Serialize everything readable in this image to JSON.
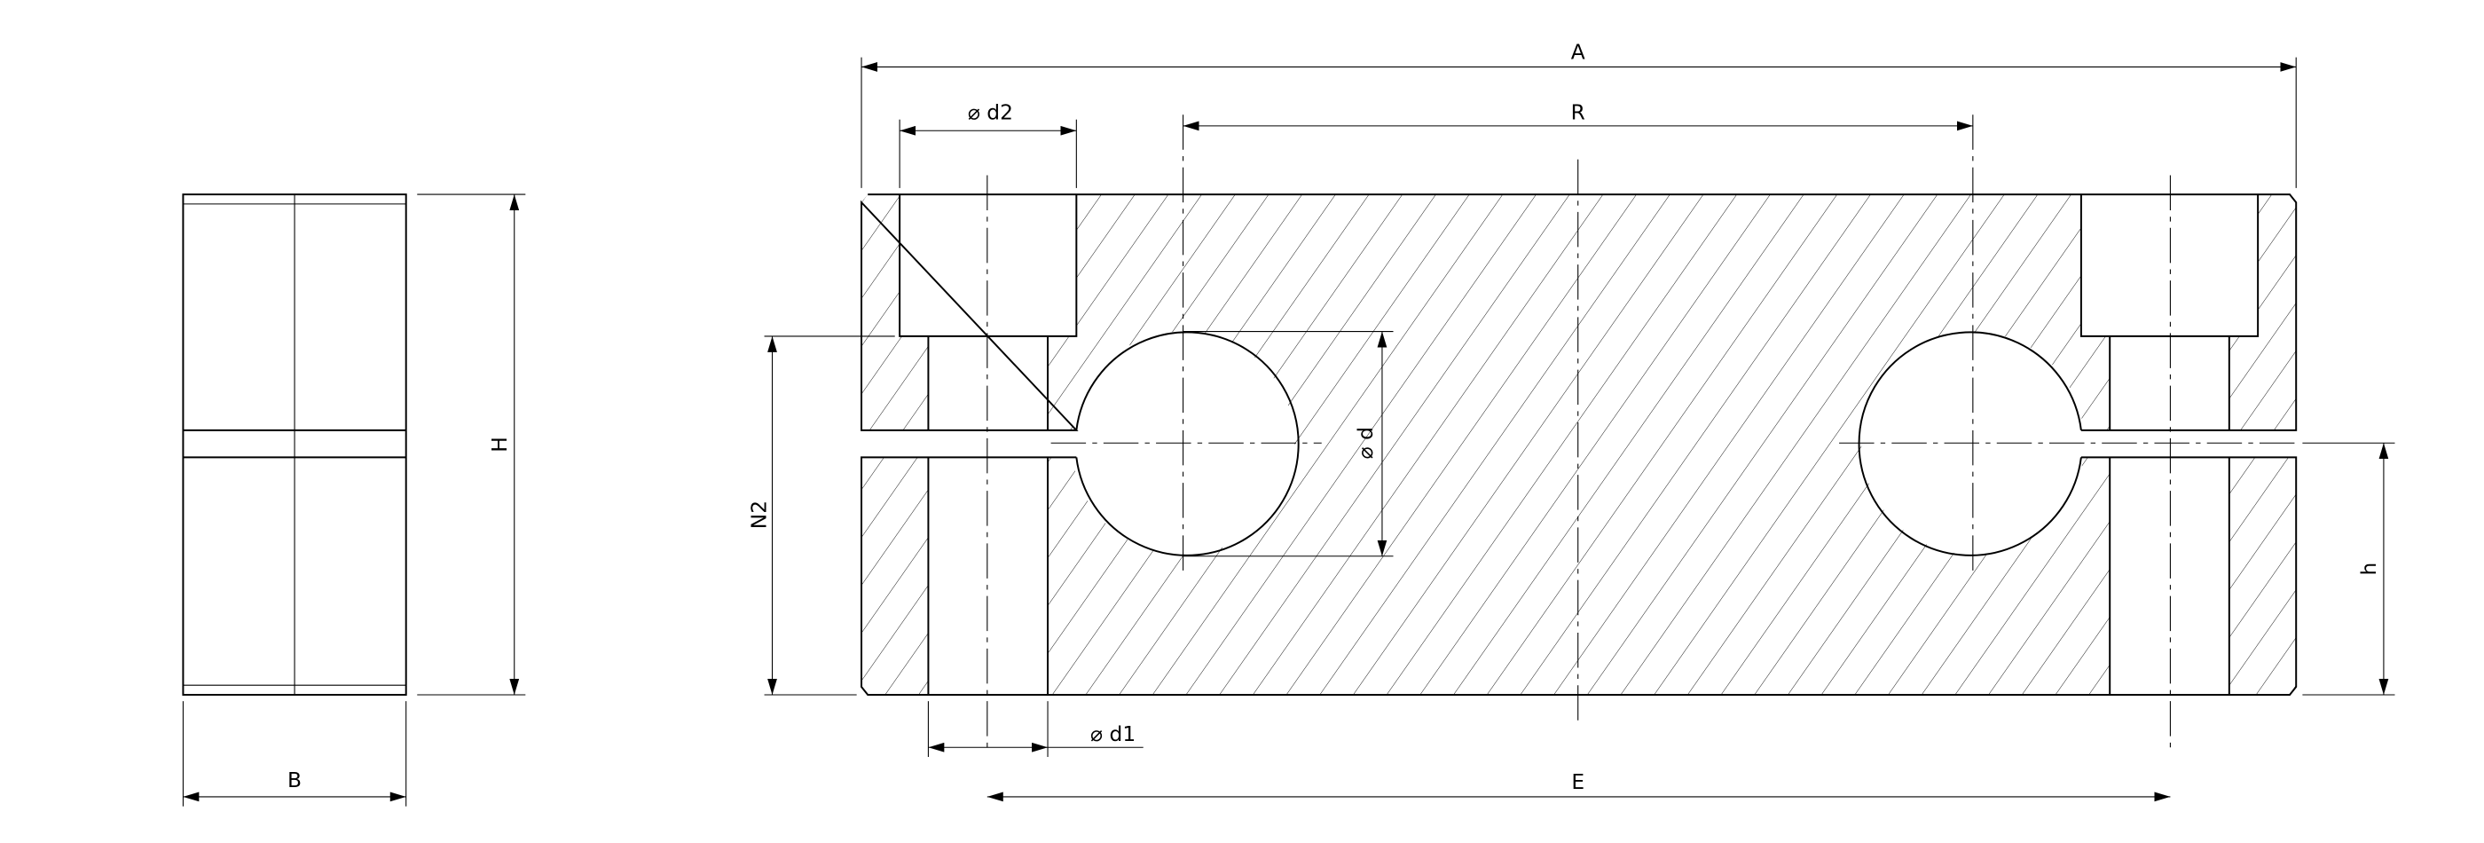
{
  "drawing": {
    "side_view": {
      "height_label": "H",
      "width_label": "B"
    },
    "section_view": {
      "overall_length_label": "A",
      "bore_spacing_label": "R",
      "counterbore_diameter_label": "⌀ d2",
      "bore_diameter_label": "⌀ d",
      "hole_diameter_label": "⌀ d1",
      "hole_spacing_label": "E",
      "height_to_counterbore_label": "N2",
      "center_height_label": "h"
    },
    "colors": {
      "line": "#000000",
      "background": "#ffffff"
    }
  }
}
